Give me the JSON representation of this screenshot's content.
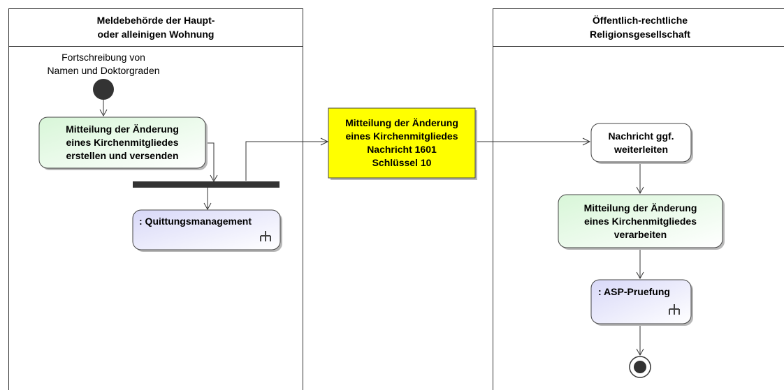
{
  "diagram": {
    "type": "uml-activity",
    "lanes": [
      {
        "id": "lane-left",
        "title": "Meldebehörde der Haupt-\noder alleinigen Wohnung"
      },
      {
        "id": "lane-right",
        "title": "Öffentlich-rechtliche\nReligionsgesellschaft"
      }
    ],
    "start_label": "Fortschreibung von\nNamen und Doktorgraden",
    "nodes": {
      "send": {
        "text": "Mitteilung der Änderung\neines Kirchenmitgliedes\nerstellen und versenden",
        "fill": "#e4f8e4"
      },
      "receipt": {
        "text": ": Quittungsmanagement",
        "fill": "#e3e3fb",
        "icon": "rake-icon"
      },
      "message": {
        "text": "Mitteilung der Änderung\neines Kirchenmitgliedes\nNachricht 1601\nSchlüssel 10",
        "fill": "#ffff00"
      },
      "forward": {
        "text": "Nachricht ggf.\nweiterleiten",
        "fill": "#ffffff"
      },
      "process": {
        "text": "Mitteilung der Änderung\neines Kirchenmitgliedes\nverarbeiten",
        "fill": "#e4f8e4"
      },
      "asp": {
        "text": ": ASP-Pruefung",
        "fill": "#e3e3fb",
        "icon": "rake-icon"
      }
    },
    "colors": {
      "line": "#333333",
      "fork": "#333333",
      "start": "#333333"
    }
  }
}
